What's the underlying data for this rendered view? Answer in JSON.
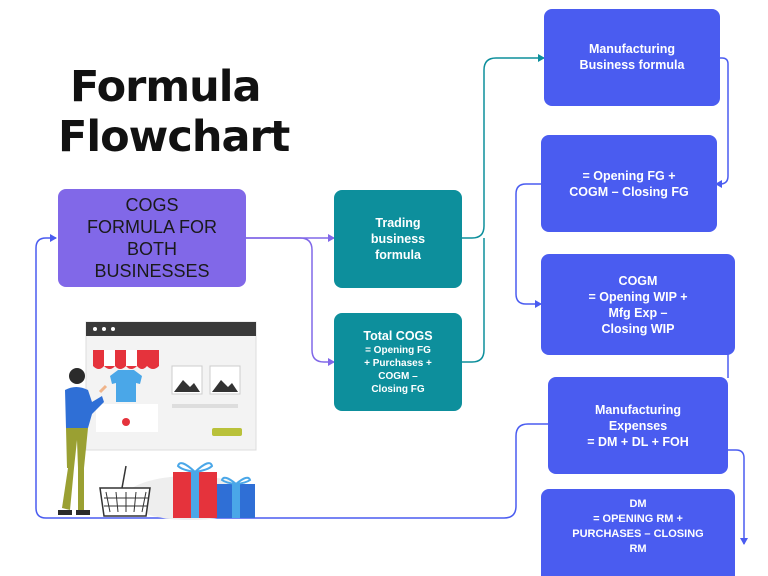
{
  "title": {
    "line1": "Formula",
    "line2": "Flowchart"
  },
  "nodes": {
    "cogs": "COGS\nFORMULA FOR\nBOTH\nBUSINESSES",
    "trading": "Trading\nbusiness\nformula",
    "total_cogs_title": "Total COGS",
    "total_cogs_body": "= Opening FG\n+ Purchases +\nCOGM –\nClosing FG",
    "mfg_formula": "Manufacturing\nBusiness formula",
    "opening_fg": "= Opening FG +\nCOGM – Closing FG",
    "cogm": "COGM\n= Opening WIP +\nMfg Exp –\nClosing WIP",
    "mfg_expenses": "Manufacturing\nExpenses\n= DM + DL + FOH",
    "dm": "DM\n= OPENING RM +\nPURCHASES – CLOSING\nRM"
  },
  "colors": {
    "blue_box": "#4a5cf0",
    "teal_box": "#0d8f9c",
    "purple_box": "#8168e8",
    "connector_blue": "#4a5cf0",
    "connector_teal": "#0d8f9c",
    "connector_purple": "#8168e8"
  },
  "illustration": "person-shopping-online-illustration"
}
